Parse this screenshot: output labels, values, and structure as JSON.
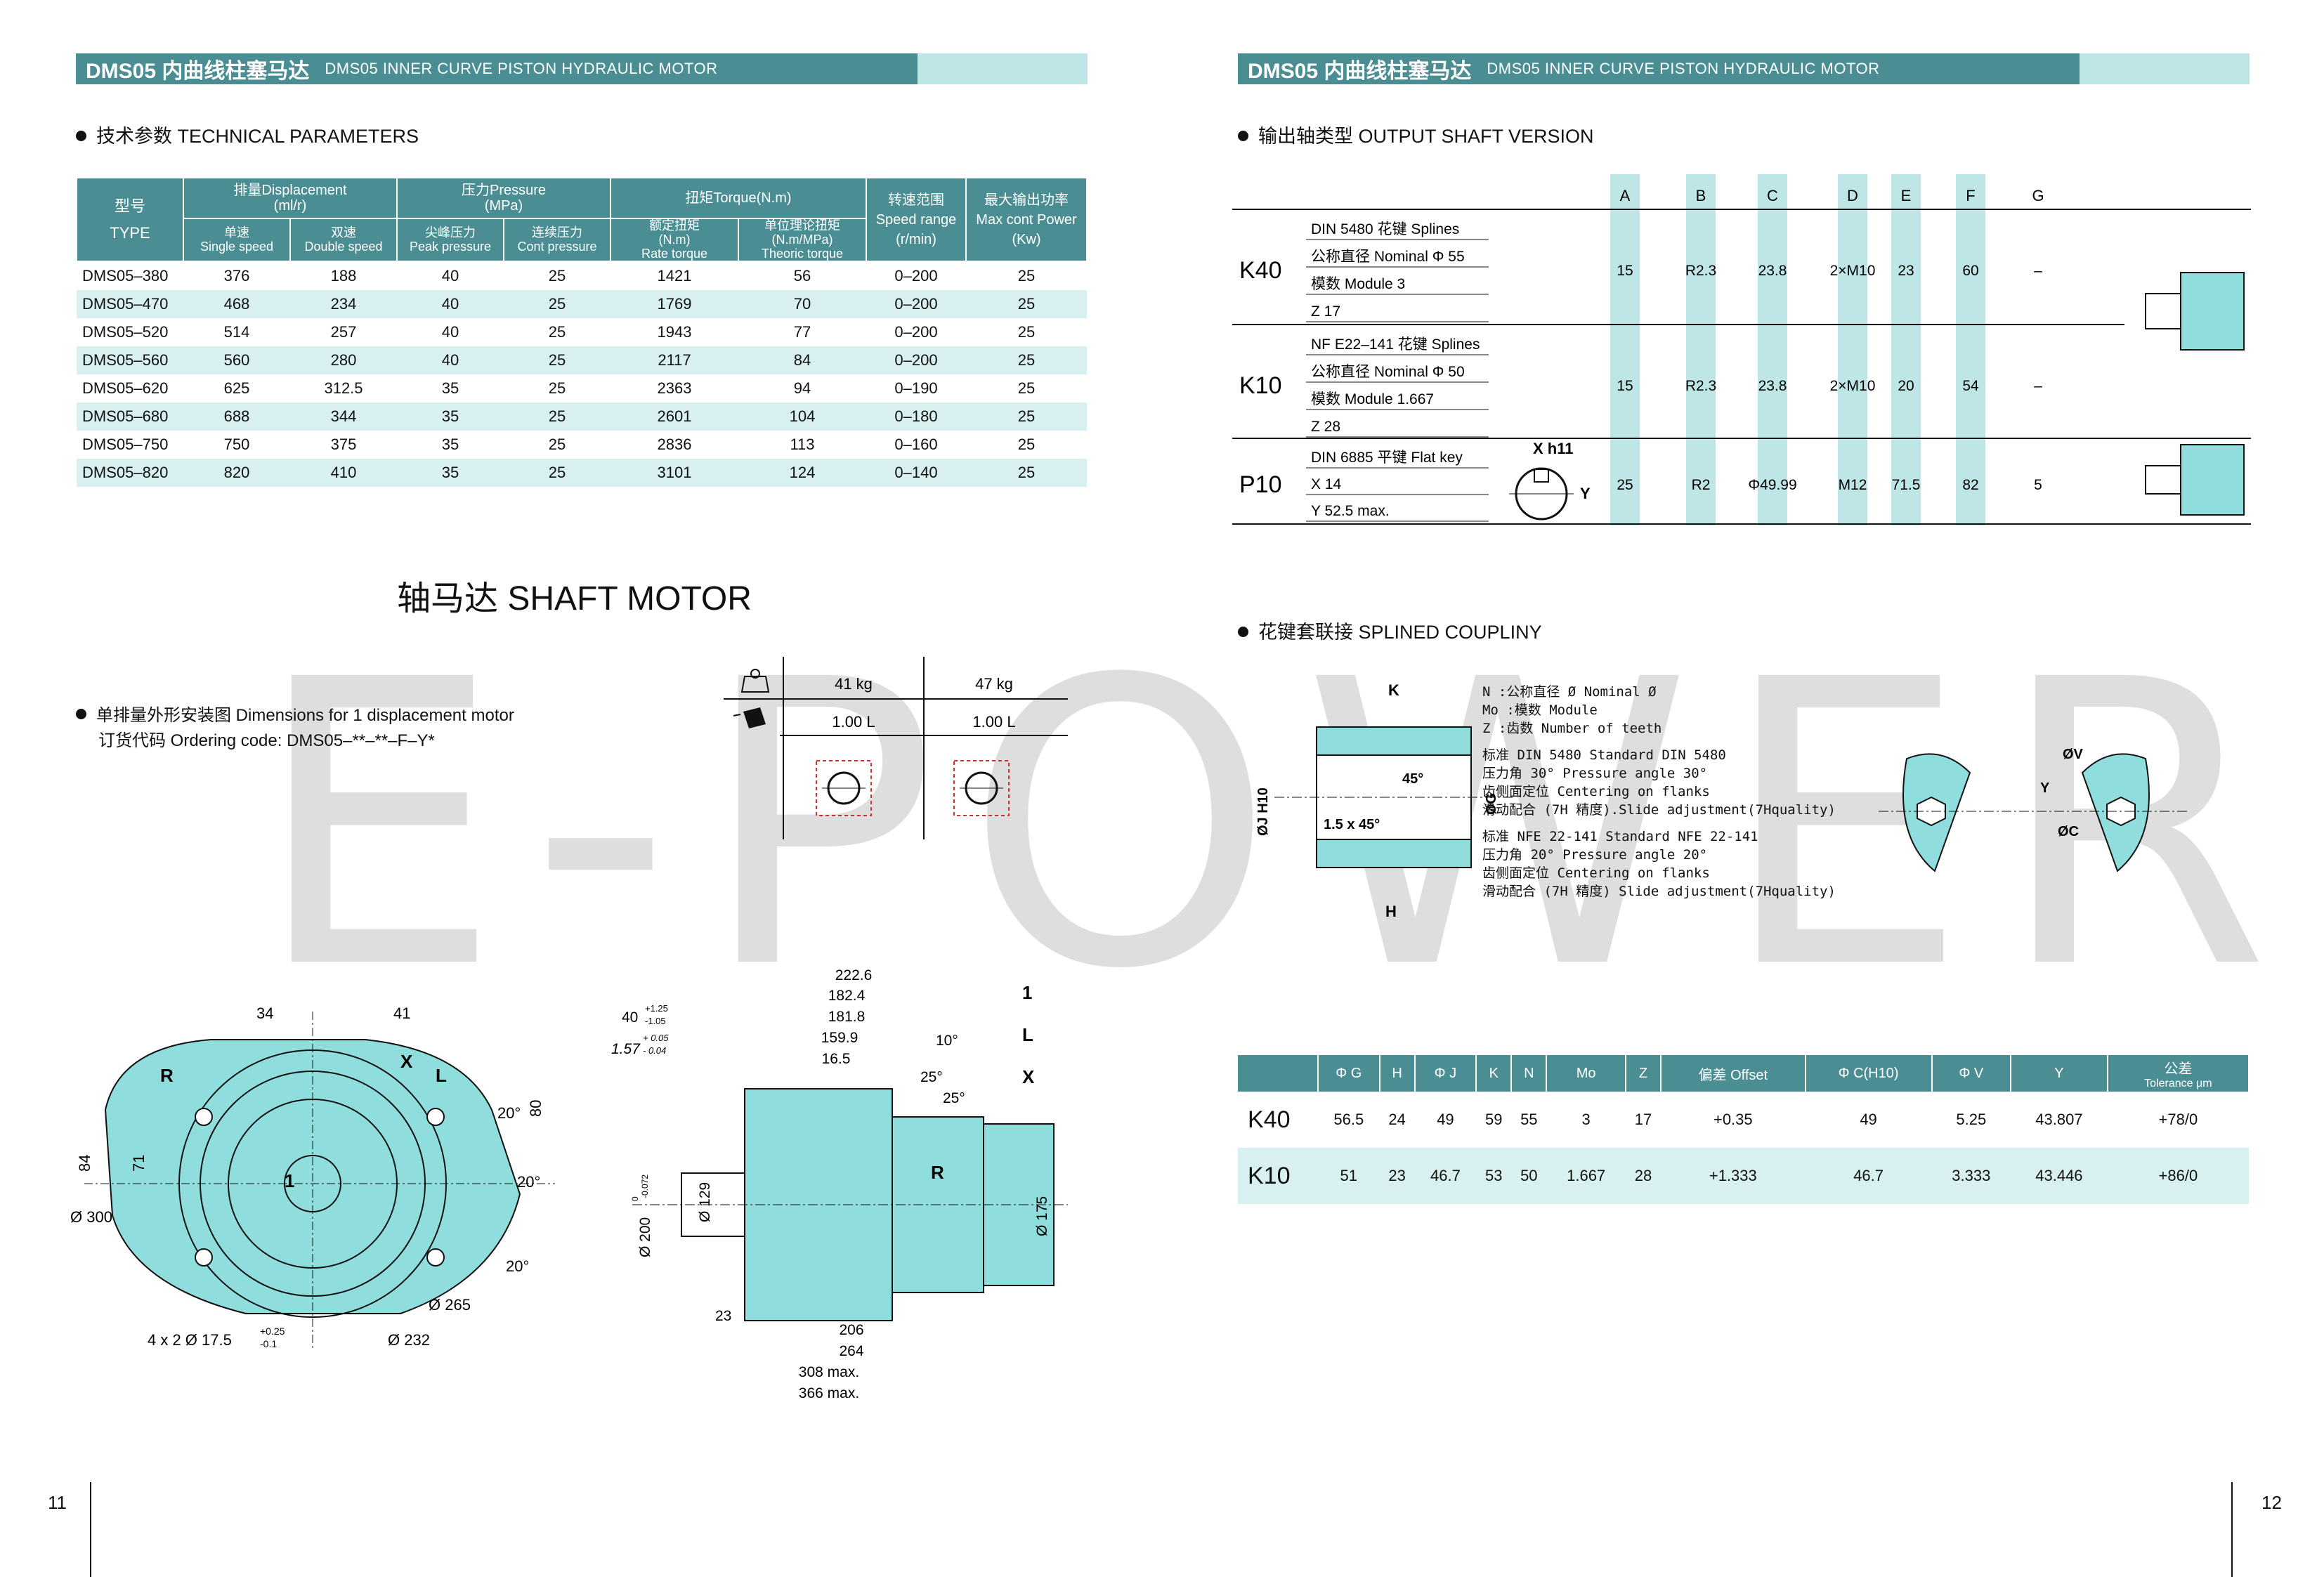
{
  "header": {
    "zh": "DMS05 内曲线柱塞马达",
    "en": "DMS05 INNER CURVE PISTON HYDRAULIC MOTOR"
  },
  "watermark": "E-POWER",
  "left": {
    "tech_title": "技术参数  TECHNICAL PARAMETERS",
    "table": {
      "h_type_zh": "型号",
      "h_type_en": "TYPE",
      "h_disp": "排量Displacement",
      "h_disp_unit": "(ml/r)",
      "h_press": "压力Pressure",
      "h_press_unit": "(MPa)",
      "h_torque": "扭矩Torque(N.m)",
      "h_speed_zh": "转速范围",
      "h_speed_en": "Speed range",
      "h_speed_unit": "(r/min)",
      "h_power_zh": "最大输出功率",
      "h_power_en": "Max cont Power",
      "h_power_unit": "(Kw)",
      "h_single_zh": "单速",
      "h_single_en": "Single speed",
      "h_double_zh": "双速",
      "h_double_en": "Double speed",
      "h_peak_zh": "尖峰压力",
      "h_peak_en": "Peak pressure",
      "h_cont_zh": "连续压力",
      "h_cont_en": "Cont pressure",
      "h_rated_zh": "额定扭矩",
      "h_rated_unit": "(N.m)",
      "h_rated_en": "Rate torque",
      "h_theor_zh": "单位理论扭矩",
      "h_theor_unit": "(N.m/MPa)",
      "h_theor_en": "Theoric torque",
      "rows": [
        [
          "DMS05–380",
          "376",
          "188",
          "40",
          "25",
          "1421",
          "56",
          "0–200",
          "25"
        ],
        [
          "DMS05–470",
          "468",
          "234",
          "40",
          "25",
          "1769",
          "70",
          "0–200",
          "25"
        ],
        [
          "DMS05–520",
          "514",
          "257",
          "40",
          "25",
          "1943",
          "77",
          "0–200",
          "25"
        ],
        [
          "DMS05–560",
          "560",
          "280",
          "40",
          "25",
          "2117",
          "84",
          "0–200",
          "25"
        ],
        [
          "DMS05–620",
          "625",
          "312.5",
          "35",
          "25",
          "2363",
          "94",
          "0–190",
          "25"
        ],
        [
          "DMS05–680",
          "688",
          "344",
          "35",
          "25",
          "2601",
          "104",
          "0–180",
          "25"
        ],
        [
          "DMS05–750",
          "750",
          "375",
          "35",
          "25",
          "2836",
          "113",
          "0–160",
          "25"
        ],
        [
          "DMS05–820",
          "820",
          "410",
          "35",
          "25",
          "3101",
          "124",
          "0–140",
          "25"
        ]
      ]
    },
    "shaft_motor_title": "轴马达 SHAFT MOTOR",
    "dim_title": "单排量外形安装图 Dimensions for 1 displacement motor",
    "order_code": "订货代码 Ordering code: DMS05–**–**–F–Y*",
    "weights": {
      "w1": "41 kg",
      "w2": "47 kg",
      "v1": "1.00 L",
      "v2": "1.00 L"
    },
    "front_dims": {
      "d34": "34",
      "d41": "41",
      "R": "R",
      "X": "X",
      "L": "L",
      "d84": "84",
      "d71": "71",
      "d80": "80",
      "a20a": "20°",
      "a20b": "20°",
      "a20c": "20°",
      "d300": "Ø 300",
      "d265": "Ø 265",
      "d232": "Ø 232",
      "holes": "4 x 2 Ø 17.5",
      "holes_tol_up": "+0.25",
      "holes_tol_dn": "-0.1",
      "one": "1"
    },
    "side_dims": {
      "d222": "222.6",
      "d182_4": "182.4",
      "d181_8": "181.8",
      "d159_9": "159.9",
      "d16_5": "16.5",
      "d40": "40",
      "d40_up": "+1.25",
      "d40_dn": "-1.05",
      "d157": "1.57",
      "d157_up": "+ 0.05",
      "d157_dn": "- 0.04",
      "a10": "10°",
      "a25a": "25°",
      "a25b": "25°",
      "one": "1",
      "L": "L",
      "X": "X",
      "R": "R",
      "d200": "Ø 200",
      "d200_tol_up": "0",
      "d200_tol_dn": "-0.072",
      "d129": "Ø 129",
      "d175": "Ø 175",
      "d23": "23",
      "d206": "206",
      "d264": "264",
      "d308": "308 max.",
      "d366": "366 max."
    },
    "page_number": "11"
  },
  "right": {
    "output_title": "输出轴类型 OUTPUT SHAFT VERSION",
    "cols": [
      "A",
      "B",
      "C",
      "D",
      "E",
      "F",
      "G"
    ],
    "shafts": [
      {
        "name": "K40",
        "spec": [
          "DIN 5480 花键 Splines",
          "公称直径 Nominal Φ 55",
          "模数 Module  3",
          "Z  17"
        ],
        "vals": [
          "15",
          "R2.3",
          "23.8",
          "2×M10",
          "23",
          "60",
          "–"
        ]
      },
      {
        "name": "K10",
        "spec": [
          "NF E22–141 花键 Splines",
          "公称直径 Nominal Φ 50",
          "模数 Module  1.667",
          "Z  28"
        ],
        "vals": [
          "15",
          "R2.3",
          "23.8",
          "2×M10",
          "20",
          "54",
          "–"
        ]
      },
      {
        "name": "P10",
        "spec": [
          "DIN 6885 平键 Flat key",
          "X  14",
          "Y  52.5  max."
        ],
        "vals": [
          "25",
          "R2",
          "Φ49.99",
          "M12",
          "71.5",
          "82",
          "5"
        ]
      }
    ],
    "key_label_x": "X h11",
    "key_label_y": "Y",
    "coupling_title": "花键套联接 SPLINED COUPLINY",
    "coupling_labels": {
      "K": "K",
      "H": "H",
      "J": "ØJ H10",
      "G": "ØG",
      "a45": "45°",
      "c15": "1.5 x 45°",
      "V": "ØV",
      "Y": "Y",
      "C": "ØC"
    },
    "notes": [
      "N  :公称直径 Ø  Nominal Ø",
      "Mo :模数 Module",
      "Z  :齿数 Number of teeth",
      "标准 DIN 5480  Standard DIN 5480",
      "压力角 30°   Pressure angle 30°",
      "齿侧面定位   Centering on flanks",
      "滑动配合 (7H 精度).Slide adjustment(7Hquality)",
      "标准 NFE 22-141  Standard NFE 22-141",
      "压力角 20°   Pressure angle 20°",
      "齿侧面定位   Centering on flanks",
      "滑动配合 (7H 精度) Slide adjustment(7Hquality)"
    ],
    "spline_table": {
      "headers": [
        "",
        "Φ G",
        "H",
        "Φ J",
        "K",
        "N",
        "Mo",
        "Z",
        "偏差 Offset",
        "Φ C(H10)",
        "Φ V",
        "Y",
        "公差"
      ],
      "tol_unit": "Tolerance μm",
      "rows": [
        [
          "K40",
          "56.5",
          "24",
          "49",
          "59",
          "55",
          "3",
          "17",
          "+0.35",
          "49",
          "5.25",
          "43.807",
          "+78/0"
        ],
        [
          "K10",
          "51",
          "23",
          "46.7",
          "53",
          "50",
          "1.667",
          "28",
          "+1.333",
          "46.7",
          "3.333",
          "43.446",
          "+86/0"
        ]
      ]
    },
    "page_number": "12"
  },
  "colors": {
    "accent": "#4a8e94",
    "light": "#bfe6e6",
    "row": "#d8f0f0",
    "body": "#8fdedd"
  }
}
